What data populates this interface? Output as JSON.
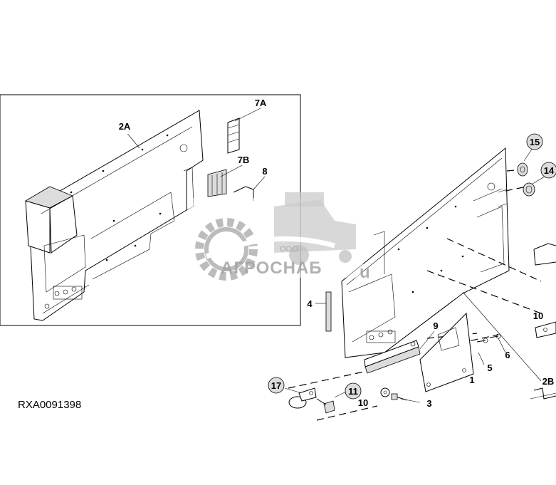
{
  "diagram": {
    "reference_code": "RXA0091398",
    "watermark": {
      "prefix": "ООО",
      "name": "АГРОСНАБ",
      "suffix": "u"
    },
    "callouts": [
      "2A",
      "7A",
      "7B",
      "8",
      "4",
      "15",
      "14",
      "10",
      "2B",
      "9",
      "6",
      "5",
      "1",
      "17",
      "11",
      "10",
      "3"
    ]
  }
}
